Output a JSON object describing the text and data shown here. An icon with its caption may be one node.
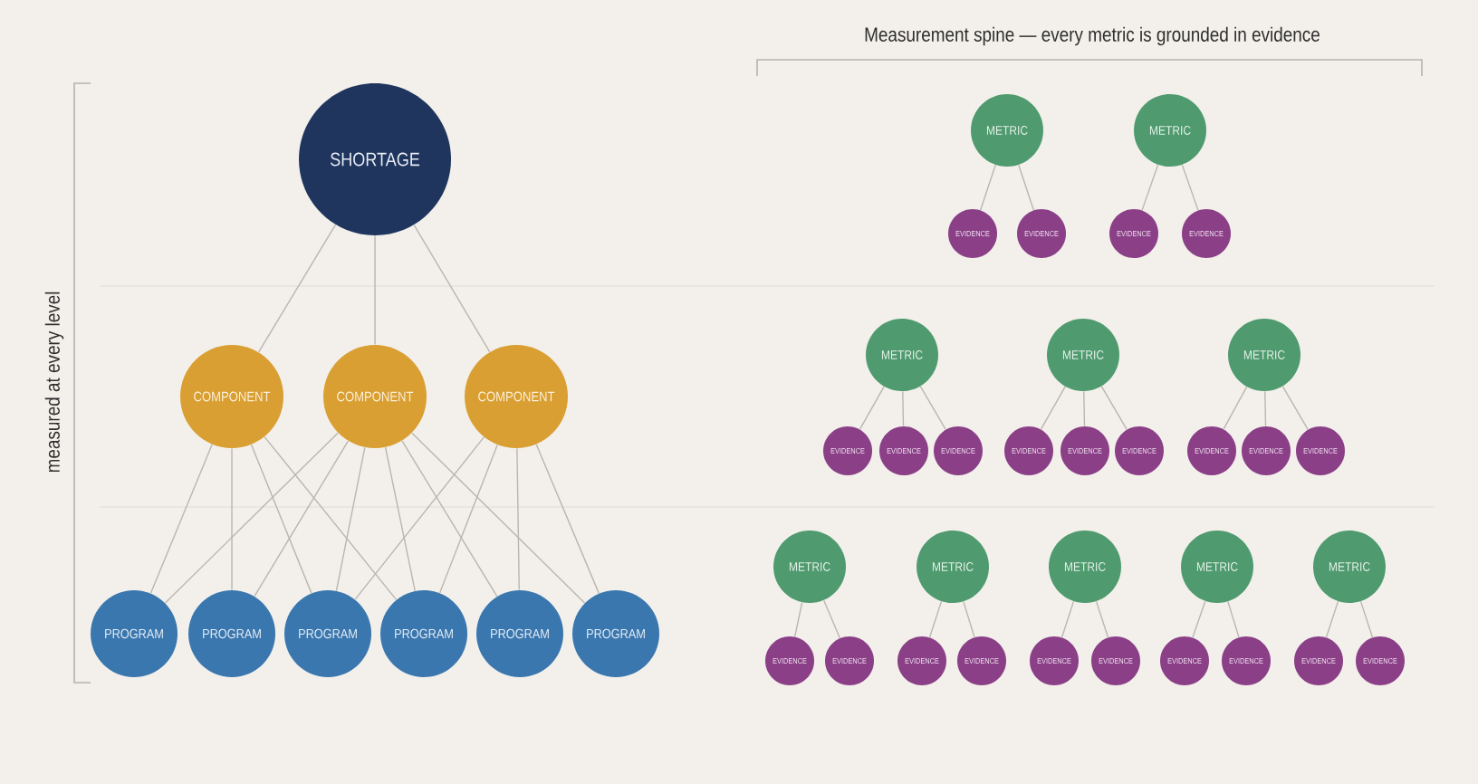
{
  "diagram": {
    "nodes": [
      {
        "text": [
          "SHORTAGE"
        ]
      },
      {
        "text": [
          "COMPONENT"
        ]
      },
      {
        "text": [
          "COMPONENT"
        ]
      },
      {
        "text": [
          "COMPONENT"
        ]
      },
      {
        "text": [
          "PROGRAM"
        ]
      },
      {
        "text": [
          "PROGRAM"
        ]
      },
      {
        "text": [
          "PROGRAM"
        ]
      },
      {
        "text": [
          "PROGRAM"
        ]
      },
      {
        "text": [
          "PROGRAM"
        ]
      },
      {
        "text": [
          "PROGRAM"
        ]
      },
      {
        "text": [
          "METRIC"
        ]
      },
      {
        "text": [
          "METRIC"
        ]
      },
      {
        "text": [
          "EVIDENCE"
        ]
      },
      {
        "text": [
          "EVIDENCE"
        ]
      },
      {
        "text": [
          "EVIDENCE"
        ]
      },
      {
        "text": [
          "EVIDENCE"
        ]
      },
      {
        "text": [
          "METRIC"
        ]
      },
      {
        "text": [
          "METRIC"
        ]
      },
      {
        "text": [
          "METRIC"
        ]
      },
      {
        "text": [
          "EVIDENCE"
        ]
      },
      {
        "text": [
          "EVIDENCE"
        ]
      },
      {
        "text": [
          "EVIDENCE"
        ]
      },
      {
        "text": [
          "EVIDENCE"
        ]
      },
      {
        "text": [
          "EVIDENCE"
        ]
      },
      {
        "text": [
          "EVIDENCE"
        ]
      },
      {
        "text": [
          "EVIDENCE"
        ]
      },
      {
        "text": [
          "EVIDENCE"
        ]
      },
      {
        "text": [
          "EVIDENCE"
        ]
      },
      {
        "text": [
          "METRIC"
        ]
      },
      {
        "text": [
          "METRIC"
        ]
      },
      {
        "text": [
          "METRIC"
        ]
      },
      {
        "text": [
          "METRIC"
        ]
      },
      {
        "text": [
          "METRIC"
        ]
      },
      {
        "text": [
          "EVIDENCE"
        ]
      },
      {
        "text": [
          "EVIDENCE"
        ]
      },
      {
        "text": [
          "EVIDENCE"
        ]
      },
      {
        "text": [
          "EVIDENCE"
        ]
      },
      {
        "text": [
          "EVIDENCE"
        ]
      },
      {
        "text": [
          "EVIDENCE"
        ]
      },
      {
        "text": [
          "EVIDENCE"
        ]
      },
      {
        "text": [
          "EVIDENCE"
        ]
      },
      {
        "text": [
          "EVIDENCE"
        ]
      },
      {
        "text": [
          "EVIDENCE"
        ]
      }
    ],
    "edges": [
      {
        "from": 0,
        "to": 1,
        "arrow": "none"
      },
      {
        "from": 0,
        "to": 2,
        "arrow": "none"
      },
      {
        "from": 0,
        "to": 3,
        "arrow": "none"
      },
      {
        "from": 1,
        "to": 4,
        "arrow": "none"
      },
      {
        "from": 1,
        "to": 5,
        "arrow": "none"
      },
      {
        "from": 1,
        "to": 6,
        "arrow": "none"
      },
      {
        "from": 1,
        "to": 7,
        "arrow": "none"
      },
      {
        "from": 2,
        "to": 4,
        "arrow": "none"
      },
      {
        "from": 2,
        "to": 5,
        "arrow": "none"
      },
      {
        "from": 2,
        "to": 6,
        "arrow": "none"
      },
      {
        "from": 2,
        "to": 7,
        "arrow": "none"
      },
      {
        "from": 2,
        "to": 8,
        "arrow": "none"
      },
      {
        "from": 2,
        "to": 9,
        "arrow": "none"
      },
      {
        "from": 3,
        "to": 6,
        "arrow": "none"
      },
      {
        "from": 3,
        "to": 7,
        "arrow": "none"
      },
      {
        "from": 3,
        "to": 8,
        "arrow": "none"
      },
      {
        "from": 3,
        "to": 9,
        "arrow": "none"
      },
      {
        "from": 10,
        "to": 12,
        "arrow": "none"
      },
      {
        "from": 10,
        "to": 13,
        "arrow": "none"
      },
      {
        "from": 11,
        "to": 14,
        "arrow": "none"
      },
      {
        "from": 11,
        "to": 15,
        "arrow": "none"
      },
      {
        "from": 16,
        "to": 19,
        "arrow": "none"
      },
      {
        "from": 16,
        "to": 20,
        "arrow": "none"
      },
      {
        "from": 16,
        "to": 21,
        "arrow": "none"
      },
      {
        "from": 17,
        "to": 22,
        "arrow": "none"
      },
      {
        "from": 17,
        "to": 23,
        "arrow": "none"
      },
      {
        "from": 17,
        "to": 24,
        "arrow": "none"
      },
      {
        "from": 18,
        "to": 25,
        "arrow": "none"
      },
      {
        "from": 18,
        "to": 26,
        "arrow": "none"
      },
      {
        "from": 18,
        "to": 27,
        "arrow": "none"
      },
      {
        "from": 28,
        "to": 33,
        "arrow": "none"
      },
      {
        "from": 28,
        "to": 34,
        "arrow": "none"
      },
      {
        "from": 29,
        "to": 35,
        "arrow": "none"
      },
      {
        "from": 29,
        "to": 36,
        "arrow": "none"
      },
      {
        "from": 30,
        "to": 37,
        "arrow": "none"
      },
      {
        "from": 30,
        "to": 38,
        "arrow": "none"
      },
      {
        "from": 31,
        "to": 39,
        "arrow": "none"
      },
      {
        "from": 31,
        "to": 40,
        "arrow": "none"
      },
      {
        "from": 32,
        "to": 41,
        "arrow": "none"
      },
      {
        "from": 32,
        "to": 42,
        "arrow": "none"
      }
    ],
    "labels": [
      "Measurement spine — every metric is grounded in evidence",
      "measured at every level"
    ]
  }
}
